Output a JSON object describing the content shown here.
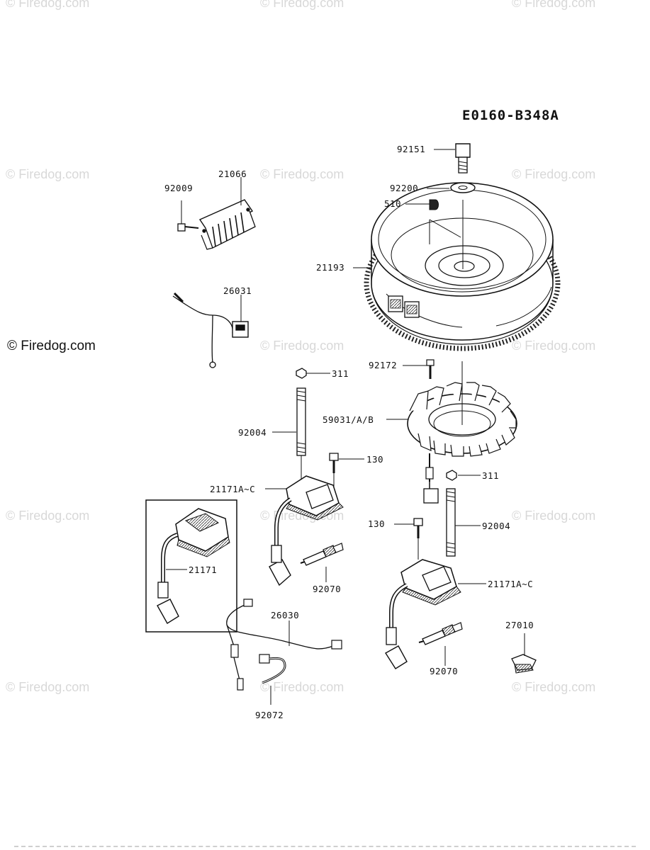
{
  "diagram_code": "E0160-B348A",
  "watermark": {
    "text": "© Firedog.com"
  },
  "callouts": {
    "p92151": "92151",
    "p92200": "92200",
    "p510": "510",
    "p21193": "21193",
    "p92009": "92009",
    "p21066": "21066",
    "p26031": "26031",
    "p92172": "92172",
    "p311_a": "311",
    "p59031": "59031/A/B",
    "p92004_a": "92004",
    "p130_a": "130",
    "p21171A_a": "21171A~C",
    "p311_b": "311",
    "p130_b": "130",
    "p92004_b": "92004",
    "p21171": "21171",
    "p92070_a": "92070",
    "p21171A_b": "21171A~C",
    "p26030": "26030",
    "p27010": "27010",
    "p92070_b": "92070",
    "p92072": "92072"
  }
}
